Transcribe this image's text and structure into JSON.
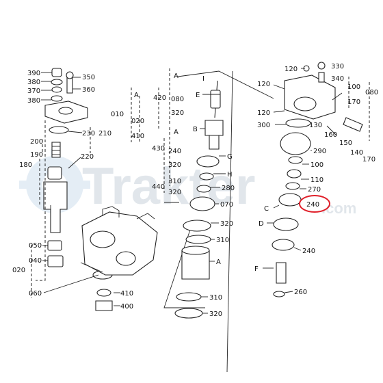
{
  "watermark": {
    "brand": "Trakter",
    "suffix": ".com",
    "gear_color": "#cfe0ee",
    "text_color": "#c9d3dc"
  },
  "highlight": {
    "color": "#e0202a",
    "target_label": "240"
  },
  "labels": {
    "p390": "390",
    "p380a": "380",
    "p370": "370",
    "p380b": "380",
    "p350": "350",
    "p360": "360",
    "p230": "230",
    "p210": "210",
    "p200": "200",
    "p190": "190",
    "p220": "220",
    "p180": "180",
    "p050": "050",
    "p040": "040",
    "p020a": "020",
    "p060": "060",
    "p410": "410",
    "p400": "400",
    "gA1": "A",
    "g010": "010",
    "g020": "020",
    "g410": "410",
    "gA2": "A",
    "g420": "420",
    "g080": "080",
    "g320a": "320",
    "gA3": "A",
    "g430": "430",
    "g240": "240",
    "g320b": "320",
    "g310": "310",
    "g440": "440",
    "g320c": "320",
    "mI": "I",
    "mE": "E",
    "mB": "B",
    "mG": "G",
    "mH": "H",
    "m280": "280",
    "m070": "070",
    "m320a": "320",
    "m310a": "310",
    "mA": "A",
    "m310b": "310",
    "m320b": "320",
    "r120a": "120",
    "r330": "330",
    "r340": "340",
    "r100a": "100",
    "r080": "080",
    "r120b": "120",
    "r170a": "170",
    "r120c": "120",
    "r300": "300",
    "r130": "130",
    "r160": "160",
    "r150": "150",
    "r140": "140",
    "r170b": "170",
    "r290": "290",
    "r100b": "100",
    "r110": "110",
    "r270": "270",
    "rC": "C",
    "r240a": "240",
    "rD": "D",
    "r240b": "240",
    "rF": "F",
    "r260": "260"
  }
}
